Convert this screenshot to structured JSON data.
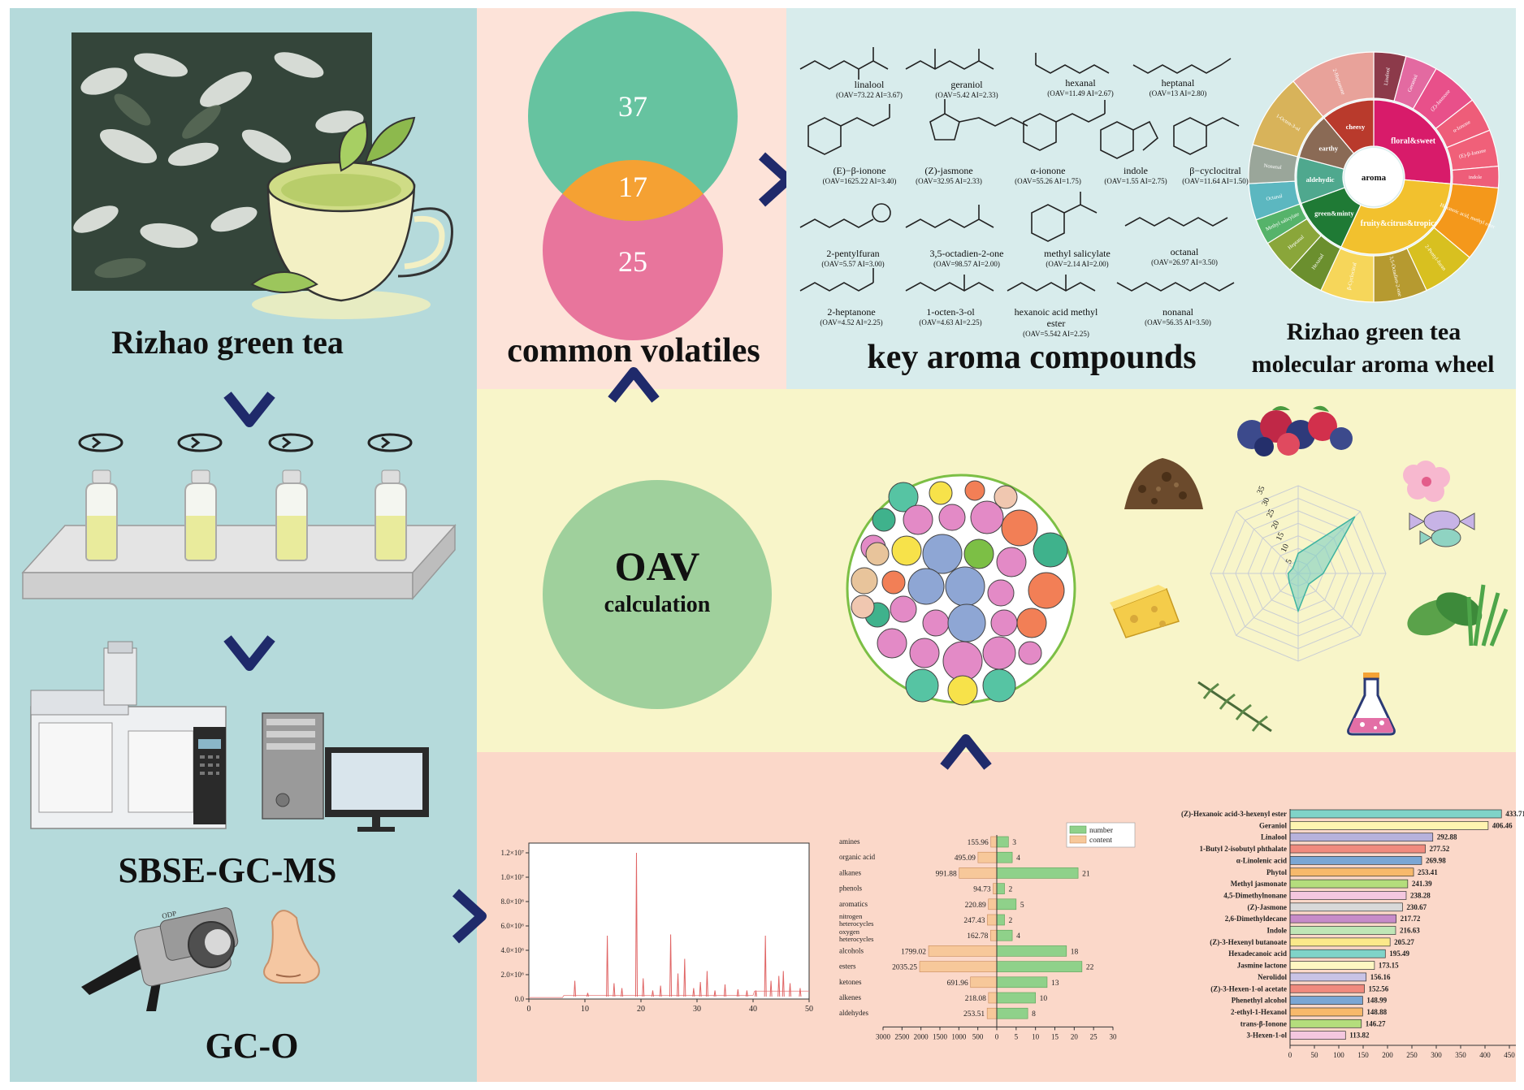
{
  "left": {
    "tea_label": "Rizhao green tea",
    "instrument_label": "SBSE-GC-MS",
    "gco_label": "GC-O",
    "gco_device_tag": "ODP"
  },
  "venn": {
    "top": "37",
    "middle": "17",
    "bottom": "25",
    "caption": "common volatiles"
  },
  "compounds": {
    "caption": "key aroma compounds",
    "items": [
      {
        "name": "linalool",
        "stats": "(OAV=73.22 AI=3.67)"
      },
      {
        "name": "geraniol",
        "stats": "(OAV=5.42 AI=2.33)"
      },
      {
        "name": "hexanal",
        "stats": "(OAV=11.49 AI=2.67)"
      },
      {
        "name": "heptanal",
        "stats": "(OAV=13 AI=2.80)"
      },
      {
        "name": "(E)−β-ionone",
        "stats": "(OAV=1625.22 AI=3.40)"
      },
      {
        "name": "(Z)-jasmone",
        "stats": "(OAV=32.95 AI=2.33)"
      },
      {
        "name": "α-ionone",
        "stats": "(OAV=55.26 AI=1.75)"
      },
      {
        "name": "indole",
        "stats": "(OAV=1.55 AI=2.75)"
      },
      {
        "name": "β−cyclocitral",
        "stats": "(OAV=11.64 AI=1.50)"
      },
      {
        "name": "2-pentylfuran",
        "stats": "(OAV=5.57 AI=3.00)"
      },
      {
        "name": "3,5-octadien-2-one",
        "stats": "(OAV=98.57 AI=2.00)"
      },
      {
        "name": "methyl salicylate",
        "stats": "(OAV=2.14 AI=2.00)"
      },
      {
        "name": "octanal",
        "stats": "(OAV=26.97 AI=3.50)"
      },
      {
        "name": "2-heptanone",
        "stats": "(OAV=4.52 AI=2.25)"
      },
      {
        "name": "1-octen-3-ol",
        "stats": "(OAV=4.63 AI=2.25)"
      },
      {
        "name": "hexanoic acid methyl ester",
        "stats": "(OAV=5.542 AI=2.25)"
      },
      {
        "name": "nonanal",
        "stats": "(OAV=56.35 AI=3.50)"
      }
    ]
  },
  "wheel": {
    "title_line1": "Rizhao green tea",
    "title_line2": "molecular aroma wheel",
    "center": "aroma",
    "inner": [
      "cheesy",
      "earthy",
      "aldehydic",
      "green&minty",
      "fruity&citrus&tropical",
      "floral&sweet"
    ],
    "outer": [
      "Linalool",
      "Geraniol",
      "(Z)-Jasmone",
      "α-Ionone",
      "(E)-β-Ionone",
      "indole",
      "Hexanoic acid, methyl ester",
      "2-Pentyl-furan",
      "3,5-Octadien-2-one",
      "β-Cyclocitral",
      "Hexanal",
      "Heptanal",
      "Methyl salicylate",
      "Octanal",
      "Nonanal",
      "1-Octen-3-ol",
      "2-Heptanone"
    ],
    "colors": {
      "floral": "#d81b6a",
      "fruity": "#f2c12e",
      "green": "#1f7a35",
      "aldehydic": "#4fa88e",
      "earthy": "#8a6a55",
      "cheesy": "#b93a2c"
    }
  },
  "oav": {
    "title": "OAV",
    "subtitle": "calculation"
  },
  "radar": {
    "ticks": [
      "5",
      "10",
      "15",
      "20",
      "25",
      "30",
      "35"
    ]
  },
  "chart_data": [
    {
      "type": "line",
      "x_ticks": [
        "0",
        "10",
        "20",
        "30",
        "40",
        "50"
      ],
      "y_ticks": [
        "0.0",
        "2.0×10⁶",
        "4.0×10⁶",
        "6.0×10⁶",
        "8.0×10⁶",
        "1.0×10⁷",
        "1.2×10⁷"
      ],
      "xlim": [
        0,
        50
      ],
      "ylim": [
        0,
        12800000
      ],
      "peaks": [
        [
          8.2,
          1500000
        ],
        [
          10.5,
          500000
        ],
        [
          14.0,
          5200000
        ],
        [
          15.2,
          1300000
        ],
        [
          16.6,
          900000
        ],
        [
          19.2,
          12000000
        ],
        [
          20.4,
          1700000
        ],
        [
          22.1,
          700000
        ],
        [
          23.5,
          1100000
        ],
        [
          25.3,
          5300000
        ],
        [
          26.6,
          2100000
        ],
        [
          27.8,
          3300000
        ],
        [
          29.4,
          900000
        ],
        [
          30.6,
          1400000
        ],
        [
          31.8,
          2300000
        ],
        [
          33.2,
          700000
        ],
        [
          35.0,
          1200000
        ],
        [
          37.3,
          800000
        ],
        [
          38.9,
          700000
        ],
        [
          40.5,
          700000
        ],
        [
          42.2,
          5200000
        ],
        [
          43.2,
          1500000
        ],
        [
          44.6,
          1900000
        ],
        [
          45.4,
          2300000
        ],
        [
          46.6,
          1300000
        ],
        [
          48.4,
          900000
        ]
      ]
    },
    {
      "type": "bar",
      "categories": [
        "amines",
        "organic acid",
        "alkanes",
        "phenols",
        "aromatics",
        "nitrogen heterocycles",
        "oxygen heterocycles",
        "alcohols",
        "esters",
        "ketones",
        "alkenes",
        "aldehydes"
      ],
      "series": [
        {
          "name": "content",
          "values": [
            155.96,
            495.09,
            991.88,
            94.73,
            220.89,
            247.43,
            162.78,
            1799.02,
            2035.25,
            691.96,
            218.08,
            253.51
          ],
          "color": "#f7c89a"
        },
        {
          "name": "number",
          "values": [
            3,
            4,
            21,
            2,
            5,
            2,
            4,
            18,
            22,
            13,
            10,
            8
          ],
          "color": "#8fd18a"
        }
      ],
      "content_ticks": [
        "3000",
        "2500",
        "2000",
        "1500",
        "1000",
        "500",
        "0"
      ],
      "number_ticks": [
        "0",
        "5",
        "10",
        "15",
        "20",
        "25",
        "30"
      ],
      "content_lim": [
        0,
        3000
      ],
      "number_lim": [
        0,
        30
      ],
      "legend_position": "top-right"
    },
    {
      "type": "bar",
      "orientation": "horizontal",
      "categories": [
        "(Z)-Hexanoic acid-3-hexenyl ester",
        "Geraniol",
        "Linalool",
        "1-Butyl 2-isobutyl phthalate",
        "α-Linolenic acid",
        "Phytol",
        "Methyl jasmonate",
        "4,5-Dimethylnonane",
        "(Z)-Jasmone",
        "2,6-Dimethyldecane",
        "Indole",
        "(Z)-3-Hexenyl butanoate",
        "Hexadecanoic acid",
        "Jasmine lactone",
        "Nerolidol",
        "(Z)-3-Hexen-1-ol acetate",
        "Phenethyl alcohol",
        "2-ethyl-1-Hexanol",
        "trans-β-Ionone",
        "3-Hexen-1-ol"
      ],
      "values": [
        433.71,
        406.46,
        292.88,
        277.52,
        269.98,
        253.41,
        241.39,
        238.28,
        230.67,
        217.72,
        216.63,
        205.27,
        195.49,
        173.15,
        156.16,
        152.56,
        148.99,
        148.88,
        146.27,
        113.82
      ],
      "colors": [
        "#7fd3c8",
        "#fff4b0",
        "#b7b2dc",
        "#f08a7e",
        "#7aa6d4",
        "#f7b96b",
        "#b4dd7c",
        "#f4c7df",
        "#d9d9d9",
        "#c78bc9",
        "#bfe6b6",
        "#fbe98a",
        "#7fd3c8",
        "#fff7c2",
        "#c9c3e6",
        "#f08a7e",
        "#7aa6d4",
        "#f7b96b",
        "#b4dd7c",
        "#f4c7df"
      ],
      "x_ticks": [
        "0",
        "50",
        "100",
        "150",
        "200",
        "250",
        "300",
        "350",
        "400",
        "450"
      ],
      "xlim": [
        0,
        450
      ]
    }
  ]
}
